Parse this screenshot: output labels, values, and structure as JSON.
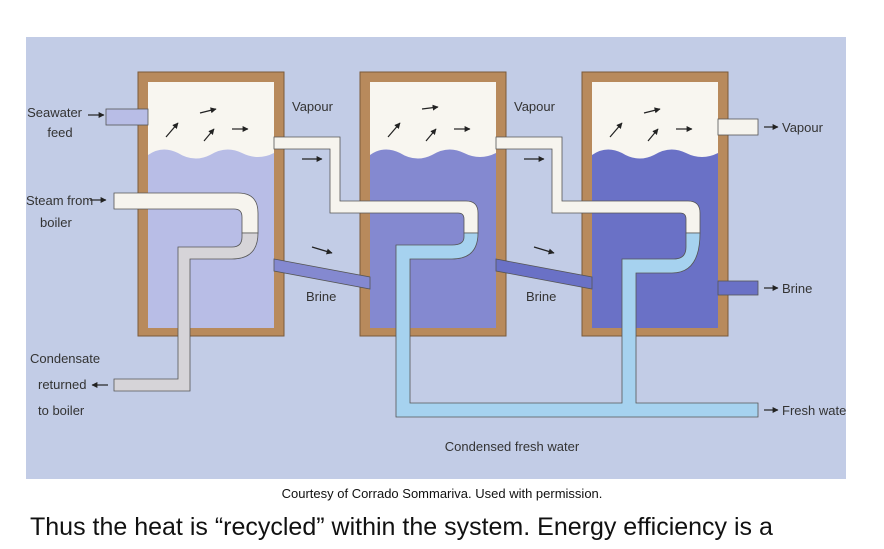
{
  "diagram": {
    "labels": {
      "seawater_feed_line1": "Seawater",
      "seawater_feed_line2": "feed",
      "steam_line1": "Steam from",
      "steam_line2": "boiler",
      "condensate_line1": "Condensate",
      "condensate_line2": "returned",
      "condensate_line3": "to boiler",
      "vapour_1": "Vapour",
      "vapour_2": "Vapour",
      "vapour_out": "Vapour",
      "brine_1": "Brine",
      "brine_2": "Brine",
      "brine_out": "Brine",
      "fresh_water_out": "Fresh water",
      "condensed_fresh_water": "Condensed fresh water"
    },
    "colors": {
      "background": "#c2cce6",
      "frame": "#b88a5c",
      "vapour_space": "#f8f6f0",
      "brine_stage1": "#b8bde6",
      "brine_stage2": "#8489d0",
      "brine_stage3": "#6a71c6",
      "fresh_water_pipe": "#a6d2ef",
      "steam_pipe": "#f6f4ee"
    }
  },
  "caption": "Courtesy of Corrado Sommariva. Used with permission.",
  "body_text": "Thus the heat is “recycled” within the system.  Energy efficiency is a"
}
